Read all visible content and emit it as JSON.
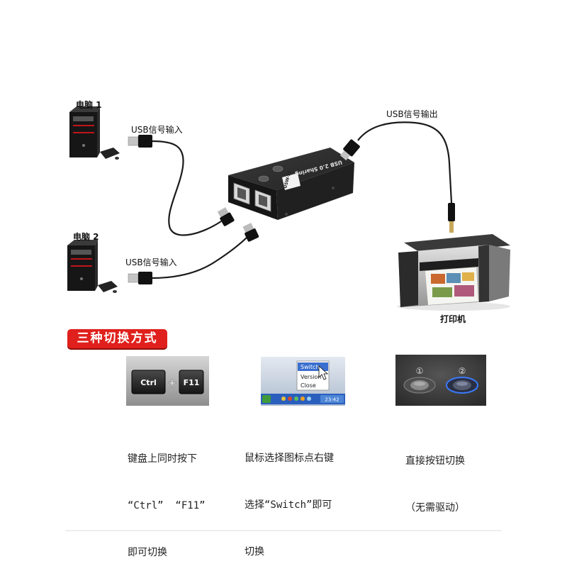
{
  "labels": {
    "pc1": "电脑 1",
    "pc2": "电脑 2",
    "usb_in_1": "USB信号输入",
    "usb_in_2": "USB信号输入",
    "usb_out": "USB信号输出",
    "printer": "打印机"
  },
  "device": {
    "label_top": "USB 2.0 Sharing",
    "label_side": "USW-1I"
  },
  "badge": "三种切换方式",
  "methods": [
    {
      "keys": [
        "Ctrl",
        "+",
        "F11"
      ],
      "caption": [
        "键盘上同时按下",
        "“Ctrl”  “F11”",
        "即可切换"
      ]
    },
    {
      "menu": [
        "Switch",
        "Version",
        "Close"
      ],
      "clock": "23:42",
      "caption": [
        "鼠标选择图标点右键",
        "选择“Switch”即可",
        "切换"
      ]
    },
    {
      "buttons": [
        "①",
        "②"
      ],
      "caption": [
        "直接按钮切换",
        "（无需驱动）"
      ]
    }
  ],
  "colors": {
    "badge": "#e0201c",
    "cable": "#1a1a1a",
    "menu_highlight": "#3a6fcf",
    "button_glow": "#3b7bff"
  }
}
